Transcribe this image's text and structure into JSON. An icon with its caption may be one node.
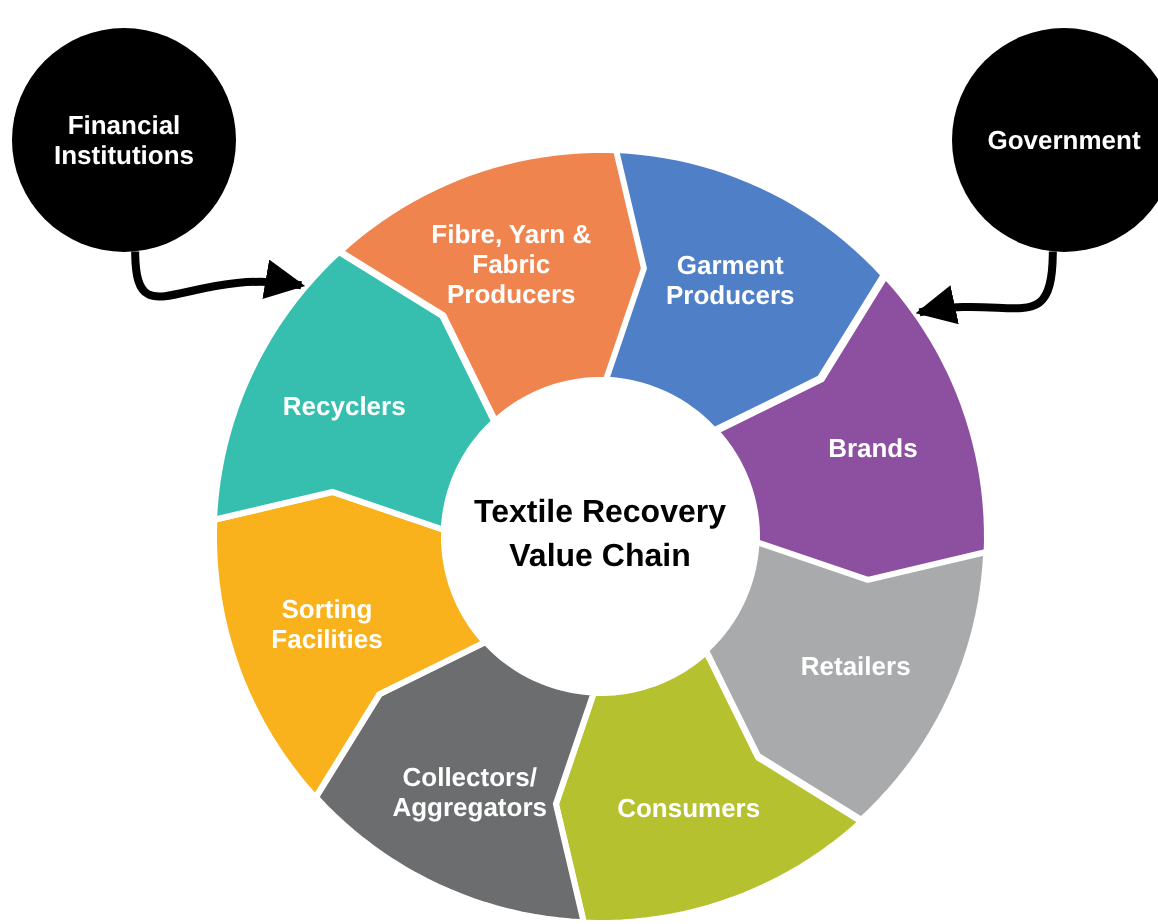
{
  "diagram": {
    "nodes": [
      {
        "text": [
          "Financial Institutions"
        ]
      },
      {
        "text": [
          "Government"
        ]
      },
      {
        "text": [
          "Fibre, Yarn & Fabric Producers"
        ]
      },
      {
        "text": [
          "Garment Producers"
        ]
      },
      {
        "text": [
          "Brands"
        ]
      },
      {
        "text": [
          "Retailers"
        ]
      },
      {
        "text": [
          "Consumers"
        ]
      },
      {
        "text": [
          "Collectors/ Aggregators"
        ]
      },
      {
        "text": [
          "Sorting Facilities"
        ]
      },
      {
        "text": [
          "Recyclers"
        ]
      },
      {
        "text": [
          "Textile Recovery Value Chain"
        ]
      }
    ],
    "edges": [
      {
        "from": 0,
        "to": 9,
        "arrow": "to"
      },
      {
        "from": 1,
        "to": 4,
        "arrow": "to"
      }
    ]
  }
}
